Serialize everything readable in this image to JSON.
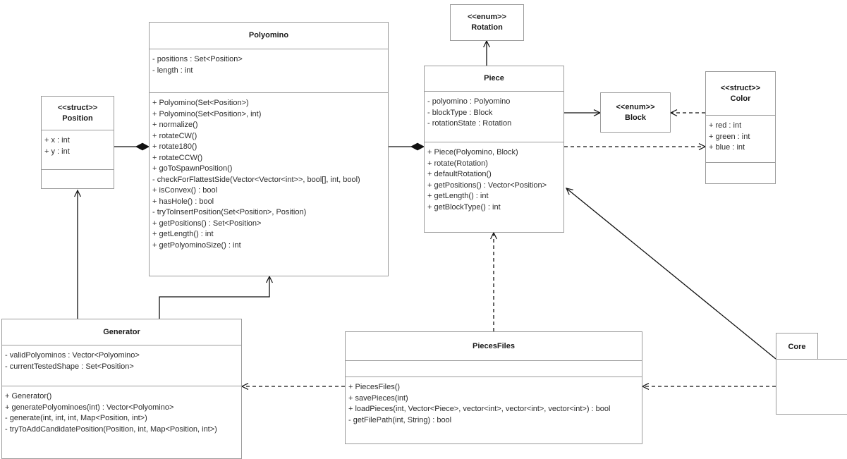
{
  "diagram": {
    "type": "uml-class-diagram",
    "background": "#ffffff",
    "line_color": "#000000",
    "box_border_color": "#9b9b9b"
  },
  "classes": {
    "position": {
      "stereotype": "<<struct>>",
      "name": "Position",
      "attributes": [
        "+ x : int",
        "+ y : int"
      ],
      "operations": []
    },
    "polyomino": {
      "stereotype": "",
      "name": "Polyomino",
      "attributes": [
        "- positions : Set<Position>",
        "- length : int"
      ],
      "operations": [
        "+ Polyomino(Set<Position>)",
        "+ Polyomino(Set<Position>, int)",
        "+ normalize()",
        "+ rotateCW()",
        "+ rotate180()",
        "+ rotateCCW()",
        "+ goToSpawnPosition()",
        "- checkForFlattestSide(Vector<Vector<int>>, bool[], int, bool)",
        "+ isConvex() : bool",
        "+ hasHole() : bool",
        "- tryToInsertPosition(Set<Position>, Position)",
        "+ getPositions() : Set<Position>",
        "+ getLength() : int",
        "+ getPolyominoSize() : int"
      ]
    },
    "rotation": {
      "stereotype": "<<enum>>",
      "name": "Rotation",
      "attributes": [],
      "operations": []
    },
    "piece": {
      "stereotype": "",
      "name": "Piece",
      "attributes": [
        "- polyomino : Polyomino",
        "- blockType : Block",
        "- rotationState : Rotation"
      ],
      "operations": [
        "+ Piece(Polyomino, Block)",
        "+ rotate(Rotation)",
        "+ defaultRotation()",
        "+ getPositions() : Vector<Position>",
        "+ getLength() : int",
        "+ getBlockType() : int"
      ]
    },
    "block": {
      "stereotype": "<<enum>>",
      "name": "Block",
      "attributes": [],
      "operations": []
    },
    "color": {
      "stereotype": "<<struct>>",
      "name": "Color",
      "attributes": [
        "+ red : int",
        "+ green : int",
        "+ blue : int"
      ],
      "operations": []
    },
    "generator": {
      "stereotype": "",
      "name": "Generator",
      "attributes": [
        "- validPolyominos : Vector<Polyomino>",
        "- currentTestedShape : Set<Position>"
      ],
      "operations": [
        "+ Generator()",
        "+ generatePolyominoes(int) : Vector<Polyomino>",
        "- generate(int, int, int, Map<Position, int>)",
        "- tryToAddCandidatePosition(Position, int, Map<Position, int>)"
      ]
    },
    "piecesfiles": {
      "stereotype": "",
      "name": "PiecesFiles",
      "attributes": [],
      "operations": [
        "+ PiecesFiles()",
        "+ savePieces(int)",
        "+ loadPieces(int, Vector<Piece>, vector<int>, vector<int>, vector<int>) : bool",
        "- getFilePath(int, String) : bool"
      ]
    },
    "core": {
      "name": "Core"
    }
  },
  "relationships": [
    {
      "name": "polyomino-composes-position",
      "from": "Polyomino",
      "to": "Position",
      "style": "composition"
    },
    {
      "name": "generator-uses-position",
      "from": "Generator",
      "to": "Position",
      "style": "association"
    },
    {
      "name": "generator-uses-polyomino",
      "from": "Generator",
      "to": "Polyomino",
      "style": "association"
    },
    {
      "name": "piece-composes-polyomino",
      "from": "Piece",
      "to": "Polyomino",
      "style": "composition"
    },
    {
      "name": "piece-uses-rotation",
      "from": "Piece",
      "to": "Rotation",
      "style": "association"
    },
    {
      "name": "piece-uses-block",
      "from": "Piece",
      "to": "Block",
      "style": "association"
    },
    {
      "name": "piece-depends-color",
      "from": "Piece",
      "to": "Color",
      "style": "dependency"
    },
    {
      "name": "color-depends-block",
      "from": "Color",
      "to": "Block",
      "style": "dependency"
    },
    {
      "name": "piecesfiles-depends-piece",
      "from": "PiecesFiles",
      "to": "Piece",
      "style": "dependency"
    },
    {
      "name": "piecesfiles-depends-generator",
      "from": "PiecesFiles",
      "to": "Generator",
      "style": "dependency"
    },
    {
      "name": "core-depends-piecesfiles",
      "from": "Core",
      "to": "PiecesFiles",
      "style": "dependency"
    },
    {
      "name": "core-uses-piece",
      "from": "Core",
      "to": "Piece",
      "style": "association"
    }
  ]
}
